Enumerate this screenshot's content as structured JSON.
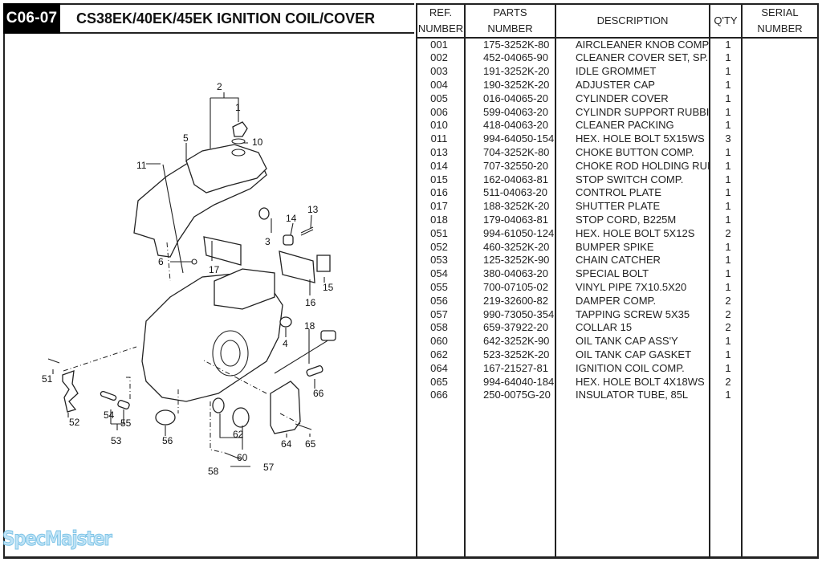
{
  "header": {
    "section_code": "C06-07",
    "title": "CS38EK/40EK/45EK  IGNITION COIL/COVER"
  },
  "table": {
    "columns": {
      "ref": [
        "REF.",
        "NUMBER"
      ],
      "parts": [
        "PARTS",
        "NUMBER"
      ],
      "description": "DESCRIPTION",
      "qty": "Q'TY",
      "serial": [
        "SERIAL",
        "NUMBER"
      ]
    },
    "rows": [
      {
        "ref": "001",
        "part": "175-3252K-80",
        "desc": "AIRCLEANER KNOB COMP",
        "qty": "1"
      },
      {
        "ref": "002",
        "part": "452-04065-90",
        "desc": "CLEANER COVER SET, SP.",
        "qty": "1"
      },
      {
        "ref": "003",
        "part": "191-3252K-20",
        "desc": "IDLE GROMMET",
        "qty": "1"
      },
      {
        "ref": "004",
        "part": "190-3252K-20",
        "desc": "ADJUSTER CAP",
        "qty": "1"
      },
      {
        "ref": "005",
        "part": "016-04065-20",
        "desc": "CYLINDER COVER",
        "qty": "1"
      },
      {
        "ref": "006",
        "part": "599-04063-20",
        "desc": "CYLINDR SUPPORT RUBBI",
        "qty": "1"
      },
      {
        "ref": "010",
        "part": "418-04063-20",
        "desc": "CLEANER PACKING",
        "qty": "1"
      },
      {
        "ref": "011",
        "part": "994-64050-154",
        "desc": "HEX. HOLE BOLT 5X15WS",
        "qty": "3"
      },
      {
        "ref": "013",
        "part": "704-3252K-80",
        "desc": "CHOKE BUTTON COMP.",
        "qty": "1"
      },
      {
        "ref": "014",
        "part": "707-32550-20",
        "desc": "CHOKE ROD HOLDING RUI",
        "qty": "1"
      },
      {
        "ref": "015",
        "part": "162-04063-81",
        "desc": "STOP SWITCH COMP.",
        "qty": "1"
      },
      {
        "ref": "016",
        "part": "511-04063-20",
        "desc": "CONTROL PLATE",
        "qty": "1"
      },
      {
        "ref": "017",
        "part": "188-3252K-20",
        "desc": "SHUTTER PLATE",
        "qty": "1"
      },
      {
        "ref": "018",
        "part": "179-04063-81",
        "desc": "STOP CORD, B225M",
        "qty": "1"
      },
      {
        "ref": "051",
        "part": "994-61050-124",
        "desc": "HEX. HOLE BOLT 5X12S",
        "qty": "2"
      },
      {
        "ref": "052",
        "part": "460-3252K-20",
        "desc": "BUMPER SPIKE",
        "qty": "1"
      },
      {
        "ref": "053",
        "part": "125-3252K-90",
        "desc": "CHAIN CATCHER",
        "qty": "1"
      },
      {
        "ref": "054",
        "part": "380-04063-20",
        "desc": "SPECIAL BOLT",
        "qty": "1"
      },
      {
        "ref": "055",
        "part": "700-07105-02",
        "desc": "VINYL PIPE  7X10.5X20",
        "qty": "1"
      },
      {
        "ref": "056",
        "part": "219-32600-82",
        "desc": "DAMPER COMP.",
        "qty": "2"
      },
      {
        "ref": "057",
        "part": "990-73050-354",
        "desc": "TAPPING SCREW 5X35",
        "qty": "2"
      },
      {
        "ref": "058",
        "part": "659-37922-20",
        "desc": "COLLAR 15",
        "qty": "2"
      },
      {
        "ref": "060",
        "part": "642-3252K-90",
        "desc": "OIL TANK CAP ASS'Y",
        "qty": "1"
      },
      {
        "ref": "062",
        "part": "523-3252K-20",
        "desc": "OIL TANK CAP GASKET",
        "qty": "1"
      },
      {
        "ref": "064",
        "part": "167-21527-81",
        "desc": "IGNITION COIL COMP.",
        "qty": "1"
      },
      {
        "ref": "065",
        "part": "994-64040-184",
        "desc": "HEX. HOLE BOLT 4X18WS",
        "qty": "2"
      },
      {
        "ref": "066",
        "part": "250-0075G-20",
        "desc": "INSULATOR TUBE, 85L",
        "qty": "1"
      }
    ]
  },
  "diagram": {
    "callouts": {
      "c1": "1",
      "c2": "2",
      "c3": "3",
      "c4": "4",
      "c5": "5",
      "c6": "6",
      "c10": "10",
      "c11": "11",
      "c13": "13",
      "c14": "14",
      "c15": "15",
      "c16": "16",
      "c17": "17",
      "c18": "18",
      "c51": "51",
      "c52": "52",
      "c53": "53",
      "c54": "54",
      "c55": "55",
      "c56": "56",
      "c57": "57",
      "c58": "58",
      "c60": "60",
      "c62": "62",
      "c64": "64",
      "c65": "65",
      "c66": "66"
    }
  },
  "watermark": {
    "logo_text": "SpecMajster",
    "logo_color": "#7cc3e6"
  }
}
